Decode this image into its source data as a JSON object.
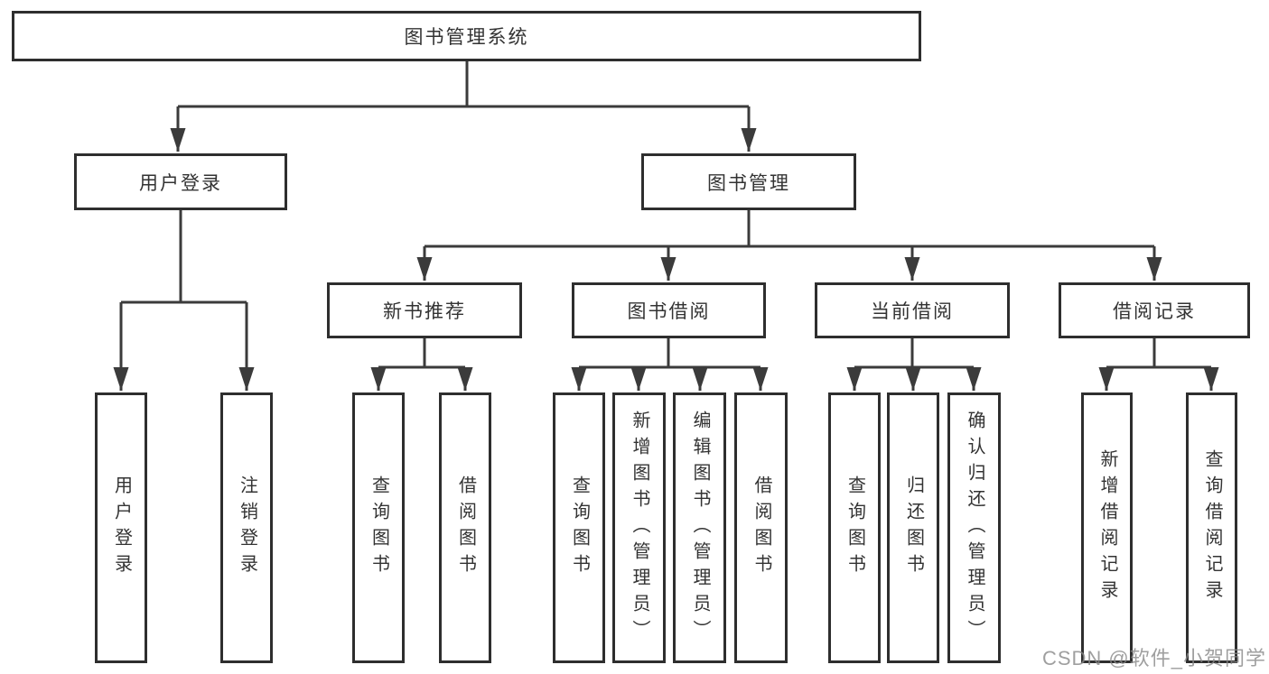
{
  "tree": {
    "root": "图书管理系统",
    "user_login": {
      "label": "用户登录",
      "children": [
        "用户登录",
        "注销登录"
      ]
    },
    "book_management": {
      "label": "图书管理",
      "modules": [
        {
          "label": "新书推荐",
          "children": [
            "查询图书",
            "借阅图书"
          ]
        },
        {
          "label": "图书借阅",
          "children": [
            "查询图书",
            "新增图书（管理员）",
            "编辑图书（管理员）",
            "借阅图书"
          ]
        },
        {
          "label": "当前借阅",
          "children": [
            "查询图书",
            "归还图书",
            "确认归还（管理员）"
          ]
        },
        {
          "label": "借阅记录",
          "children": [
            "新增借阅记录",
            "查询借阅记录"
          ]
        }
      ]
    }
  },
  "watermark": {
    "text": "CSDN @软件_小贺同学"
  },
  "colors": {
    "background": "#ffffff",
    "box_border": "#2e2e2e",
    "line": "#3b3b3b",
    "text": "#333333",
    "watermark": "#878787"
  }
}
